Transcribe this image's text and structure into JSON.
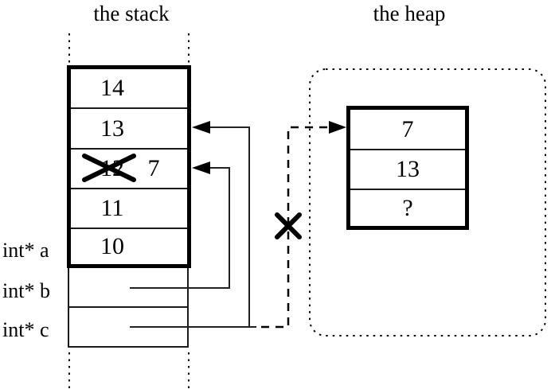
{
  "titles": {
    "stack": "the stack",
    "heap": "the heap"
  },
  "stack": {
    "cells": [
      {
        "value": "14"
      },
      {
        "value": "13"
      },
      {
        "old_value": "12",
        "new_value": "7",
        "crossed_out": true
      },
      {
        "value": "11"
      },
      {
        "value": "10"
      }
    ]
  },
  "pointers": [
    {
      "label": "int* a"
    },
    {
      "label": "int* b"
    },
    {
      "label": "int* c"
    }
  ],
  "heap": {
    "cells": [
      {
        "value": "7"
      },
      {
        "value": "13"
      },
      {
        "value": "?"
      }
    ]
  },
  "connections": [
    {
      "from": "int* b cell",
      "to": "stack cell (12 crossed out, now 7)",
      "style": "solid",
      "arrowhead": "left"
    },
    {
      "from": "int* c cell",
      "to": "stack cell 13",
      "style": "solid",
      "arrowhead": "left"
    },
    {
      "from": "int* c cell",
      "to": "heap cell 7",
      "style": "dashed",
      "arrowhead": "right",
      "crossed_out": true
    }
  ],
  "icons": {
    "cross_out_icon": "✕",
    "arrowhead_left_icon": "◀",
    "arrowhead_right_icon": "▶"
  },
  "colors": {
    "foreground": "#000000",
    "thin_line": "#1a1a1a",
    "background": "#ffffff"
  }
}
